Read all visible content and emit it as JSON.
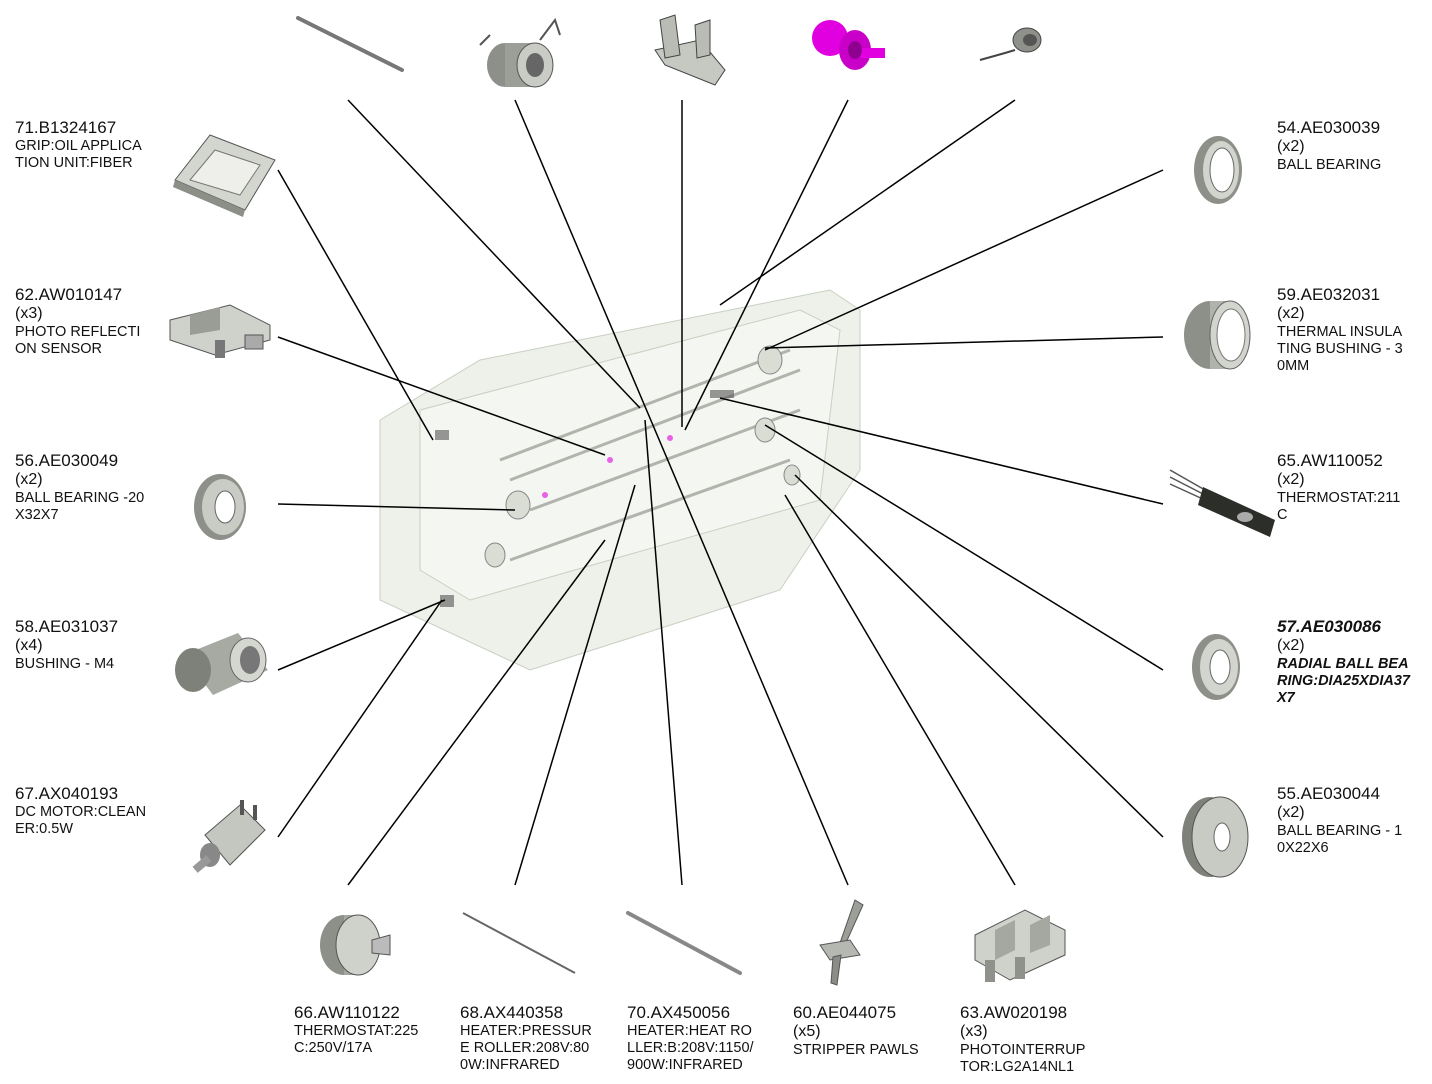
{
  "parts": {
    "p71": {
      "number": "71.B1324167",
      "qty": "",
      "desc": "GRIP:OIL APPLICA\nTION UNIT:FIBER"
    },
    "p62": {
      "number": "62.AW010147",
      "qty": "(x3)",
      "desc": "PHOTO REFLECTI\nON SENSOR"
    },
    "p56": {
      "number": "56.AE030049",
      "qty": "(x2)",
      "desc": "BALL BEARING -20\nX32X7"
    },
    "p58": {
      "number": "58.AE031037",
      "qty": "(x4)",
      "desc": "BUSHING - M4"
    },
    "p67": {
      "number": "67.AX040193",
      "qty": "",
      "desc": "DC MOTOR:CLEAN\nER:0.5W"
    },
    "p54": {
      "number": "54.AE030039",
      "qty": "(x2)",
      "desc": "BALL BEARING"
    },
    "p59": {
      "number": "59.AE032031",
      "qty": "(x2)",
      "desc": "THERMAL INSULA\nTING BUSHING - 3\n0MM"
    },
    "p65": {
      "number": "65.AW110052",
      "qty": "(x2)",
      "desc": "THERMOSTAT:211\nC"
    },
    "p57": {
      "number": "57.AE030086",
      "qty": "(x2)",
      "desc": "RADIAL BALL BEA\nRING:DIA25XDIA37\nX7"
    },
    "p55": {
      "number": "55.AE030044",
      "qty": "(x2)",
      "desc": "BALL BEARING - 1\n0X22X6"
    },
    "p66": {
      "number": "66.AW110122",
      "qty": "",
      "desc": "THERMOSTAT:225\nC:250V/17A"
    },
    "p68": {
      "number": "68.AX440358",
      "qty": "",
      "desc": "HEATER:PRESSUR\nE ROLLER:208V:80\n0W:INFRARED"
    },
    "p70": {
      "number": "70.AX450056",
      "qty": "",
      "desc": "HEATER:HEAT RO\nLLER:B:208V:1150/\n900W:INFRARED"
    },
    "p60": {
      "number": "60.AE044075",
      "qty": "(x5)",
      "desc": "STRIPPER PAWLS"
    },
    "p63": {
      "number": "63.AW020198",
      "qty": "(x3)",
      "desc": "PHOTOINTERRUP\nTOR:LG2A14NL1"
    }
  },
  "colors": {
    "highlight_part": "#e000e0",
    "line": "#000000",
    "assembly": "#e8ece4"
  },
  "icons": [
    "rod-icon",
    "spring-icon",
    "bracket-icon",
    "gear-icon",
    "torsion-spring-icon",
    "ring-icon",
    "bushing-icon",
    "thermostat-probe-icon",
    "motor-icon",
    "disc-thermostat-icon",
    "heater-icon",
    "stripper-pawl-icon",
    "photointerrupter-icon",
    "grip-icon",
    "sensor-icon"
  ]
}
